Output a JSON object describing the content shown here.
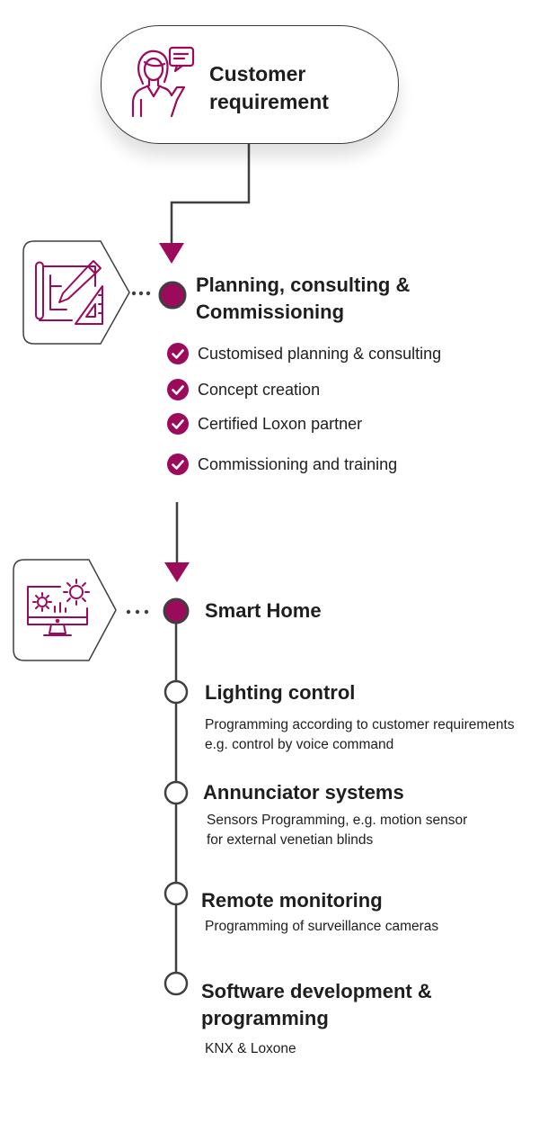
{
  "colors": {
    "accent": "#9c0a5c",
    "line": "#3f3f3f",
    "text": "#1e1e1e"
  },
  "top": {
    "title": "Customer requirement",
    "icon": "customer-with-speech-bubble-icon"
  },
  "planning": {
    "icon": "blueprint-pencil-ruler-icon",
    "title": "Planning, consulting & Commissioning",
    "items": [
      "Customised planning & consulting",
      "Concept creation",
      "Certified Loxon partner",
      "Commissioning and training"
    ]
  },
  "smart_home": {
    "icon": "monitor-gears-icon",
    "title": "Smart Home",
    "steps": [
      {
        "title": "Lighting control",
        "desc": "Programming according to customer requirements e.g. control by voice command"
      },
      {
        "title": "Annunciator systems",
        "desc": "Sensors Programming, e.g. motion sensor for external venetian blinds"
      },
      {
        "title": "Remote monitoring",
        "desc": "Programming of surveillance cameras"
      },
      {
        "title": "Software development & programming",
        "desc": "KNX & Loxone"
      }
    ]
  }
}
